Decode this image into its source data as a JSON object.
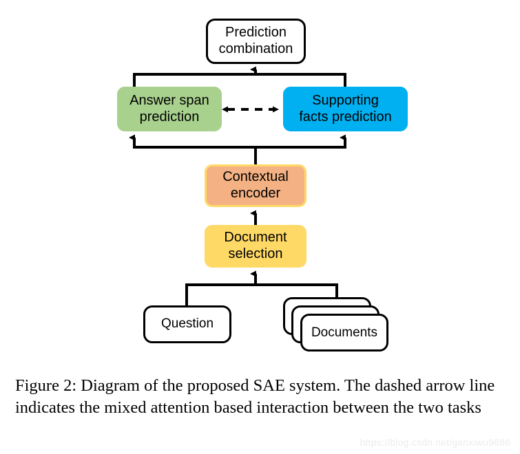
{
  "figure": {
    "nodes": {
      "prediction_combination": "Prediction\ncombination",
      "answer_span": "Answer span\nprediction",
      "supporting_facts": "Supporting\nfacts prediction",
      "contextual_encoder": "Contextual\nencoder",
      "document_selection": "Document\nselection",
      "question": "Question",
      "documents": "Documents"
    },
    "colors": {
      "answer_span_fill": "#a9d18e",
      "supporting_facts_fill": "#00b0f0",
      "contextual_encoder_fill": "#f4b183",
      "contextual_encoder_border": "#ffd966",
      "document_selection_fill": "#ffd966",
      "plain_fill": "#ffffff",
      "stroke": "#000000",
      "background": "#ffffff"
    },
    "edges": [
      {
        "name": "encoder-to-answer-span",
        "style": "solid",
        "arrows": "single"
      },
      {
        "name": "encoder-to-supporting-facts",
        "style": "solid",
        "arrows": "single"
      },
      {
        "name": "answer-span-to-prediction-combination",
        "style": "solid",
        "arrows": "single"
      },
      {
        "name": "supporting-facts-to-prediction-combination",
        "style": "solid",
        "arrows": "single"
      },
      {
        "name": "document-selection-to-contextual-encoder",
        "style": "solid",
        "arrows": "single"
      },
      {
        "name": "question-to-document-selection",
        "style": "solid",
        "arrows": "single"
      },
      {
        "name": "documents-to-document-selection",
        "style": "solid",
        "arrows": "single"
      },
      {
        "name": "answer-span-supporting-facts-interaction",
        "style": "dashed",
        "arrows": "double"
      }
    ]
  },
  "caption": {
    "text": "Figure 2: Diagram of the proposed SAE system. The dashed arrow line indicates the mixed attention based interaction between the two tasks"
  },
  "watermark": {
    "text": "https://blog.csdn.net/ganxiwu9686"
  }
}
